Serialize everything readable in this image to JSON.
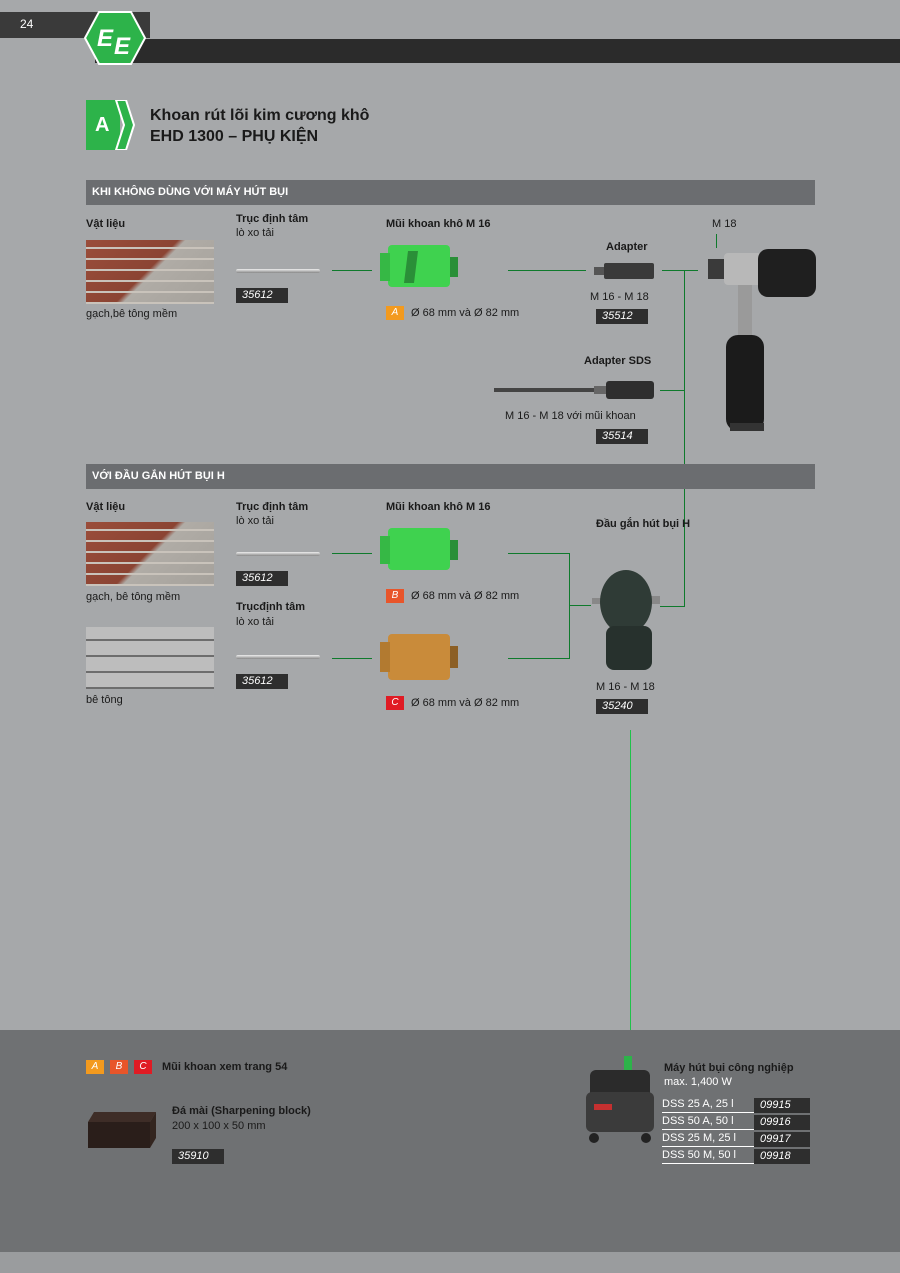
{
  "page": {
    "number": "24"
  },
  "header": {
    "section_letter": "A",
    "title_line1": "Khoan rút lõi kim cương khô",
    "title_line2": "EHD 1300 – PHỤ KIỆN"
  },
  "section1": {
    "heading": "KHI KHÔNG DÙNG VỚI MÁY HÚT BỤI",
    "material_label": "Vật liệu",
    "material_caption": "gạch,bê tông mềm",
    "pin_label": "Trục định tâm",
    "pin_sub": "lò xo tải",
    "pin_code": "35612",
    "bit_label": "Mũi khoan khô M 16",
    "bit_badge": "A",
    "bit_size": "Ø 68 mm và Ø 82 mm",
    "adapter_label": "Adapter",
    "adapter_spec": "M 16 - M 18",
    "adapter_code": "35512",
    "sds_label": "Adapter SDS",
    "sds_spec": "M 16 - M 18 với mũi khoan",
    "sds_code": "35514",
    "drill_label": "M 18"
  },
  "section2": {
    "heading": "VỚI ĐẦU GẮN HÚT BỤI H",
    "material_label": "Vật liệu",
    "material1_caption": "gạch, bê tông mềm",
    "material2_caption": "bê tông",
    "pin1_label": "Trục định tâm",
    "pin1_sub": "lò xo tải",
    "pin1_code": "35612",
    "pin2_label": "Trụcđịnh tâm",
    "pin2_sub": "lò xo tải",
    "pin2_code": "35612",
    "bit_label": "Mũi khoan khô  M 16",
    "bit1_badge": "B",
    "bit1_size": "Ø 68 mm và Ø 82 mm",
    "bit2_badge": "C",
    "bit2_size": "Ø 68 mm và Ø 82 mm",
    "hood_label": "Đầu gắn hút bụi H",
    "hood_spec": "M 16 - M 18",
    "hood_code": "35240"
  },
  "lower": {
    "badges": [
      "A",
      "B",
      "C"
    ],
    "see_page": "Mũi khoan xem trang 54",
    "block_label": "Đá mài (Sharpening block)",
    "block_size": "200 x 100 x 50 mm",
    "block_code": "35910",
    "vacuum_label": "Máy hút bụi công nghiệp",
    "vacuum_power": "max. 1,400 W",
    "vacuums": [
      {
        "name": "DSS 25 A, 25 l",
        "code": "09915"
      },
      {
        "name": "DSS 50 A, 50 l",
        "code": "09916"
      },
      {
        "name": "DSS 25 M, 25 l",
        "code": "09917"
      },
      {
        "name": "DSS 50 M, 50 l",
        "code": "09918"
      }
    ]
  },
  "colors": {
    "badge_a": "#f39a1e",
    "badge_b": "#e8552a",
    "badge_c": "#e01b24",
    "green": "#2db34a",
    "bit_green": "#3fd24f",
    "bit_gold": "#c98b3a"
  }
}
